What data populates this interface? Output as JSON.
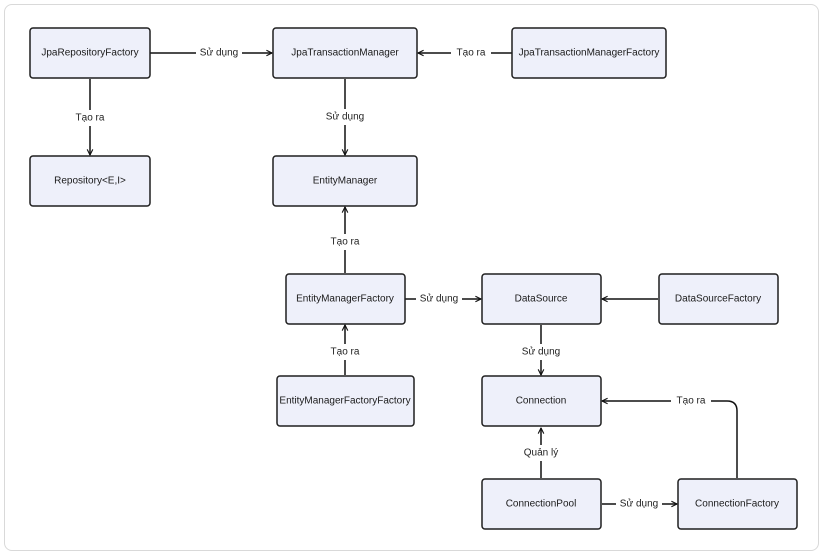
{
  "nodes": {
    "jpa_repository_factory": "JpaRepositoryFactory",
    "jpa_transaction_manager": "JpaTransactionManager",
    "jpa_transaction_manager_factory": "JpaTransactionManagerFactory",
    "repository": "Repository<E,I>",
    "entity_manager": "EntityManager",
    "entity_manager_factory": "EntityManagerFactory",
    "data_source": "DataSource",
    "data_source_factory": "DataSourceFactory",
    "entity_manager_factory_factory": "EntityManagerFactoryFactory",
    "connection": "Connection",
    "connection_pool": "ConnectionPool",
    "connection_factory": "ConnectionFactory"
  },
  "edges": {
    "repo_factory_uses_tx_manager": "Sử dụng",
    "tx_factory_creates_tx_manager": "Tạo ra",
    "repo_factory_creates_repository": "Tạo ra",
    "tx_manager_uses_entity_manager": "Sử dụng",
    "emf_creates_entity_manager": "Tạo ra",
    "emf_uses_data_source": "Sử dụng",
    "ds_factory_to_data_source": "",
    "emff_creates_emf": "Tạo ra",
    "data_source_uses_connection": "Sử dụng",
    "conn_factory_creates_connection": "Tạo ra",
    "pool_manages_connection": "Quản lý",
    "pool_uses_conn_factory": "Sử dụng"
  }
}
